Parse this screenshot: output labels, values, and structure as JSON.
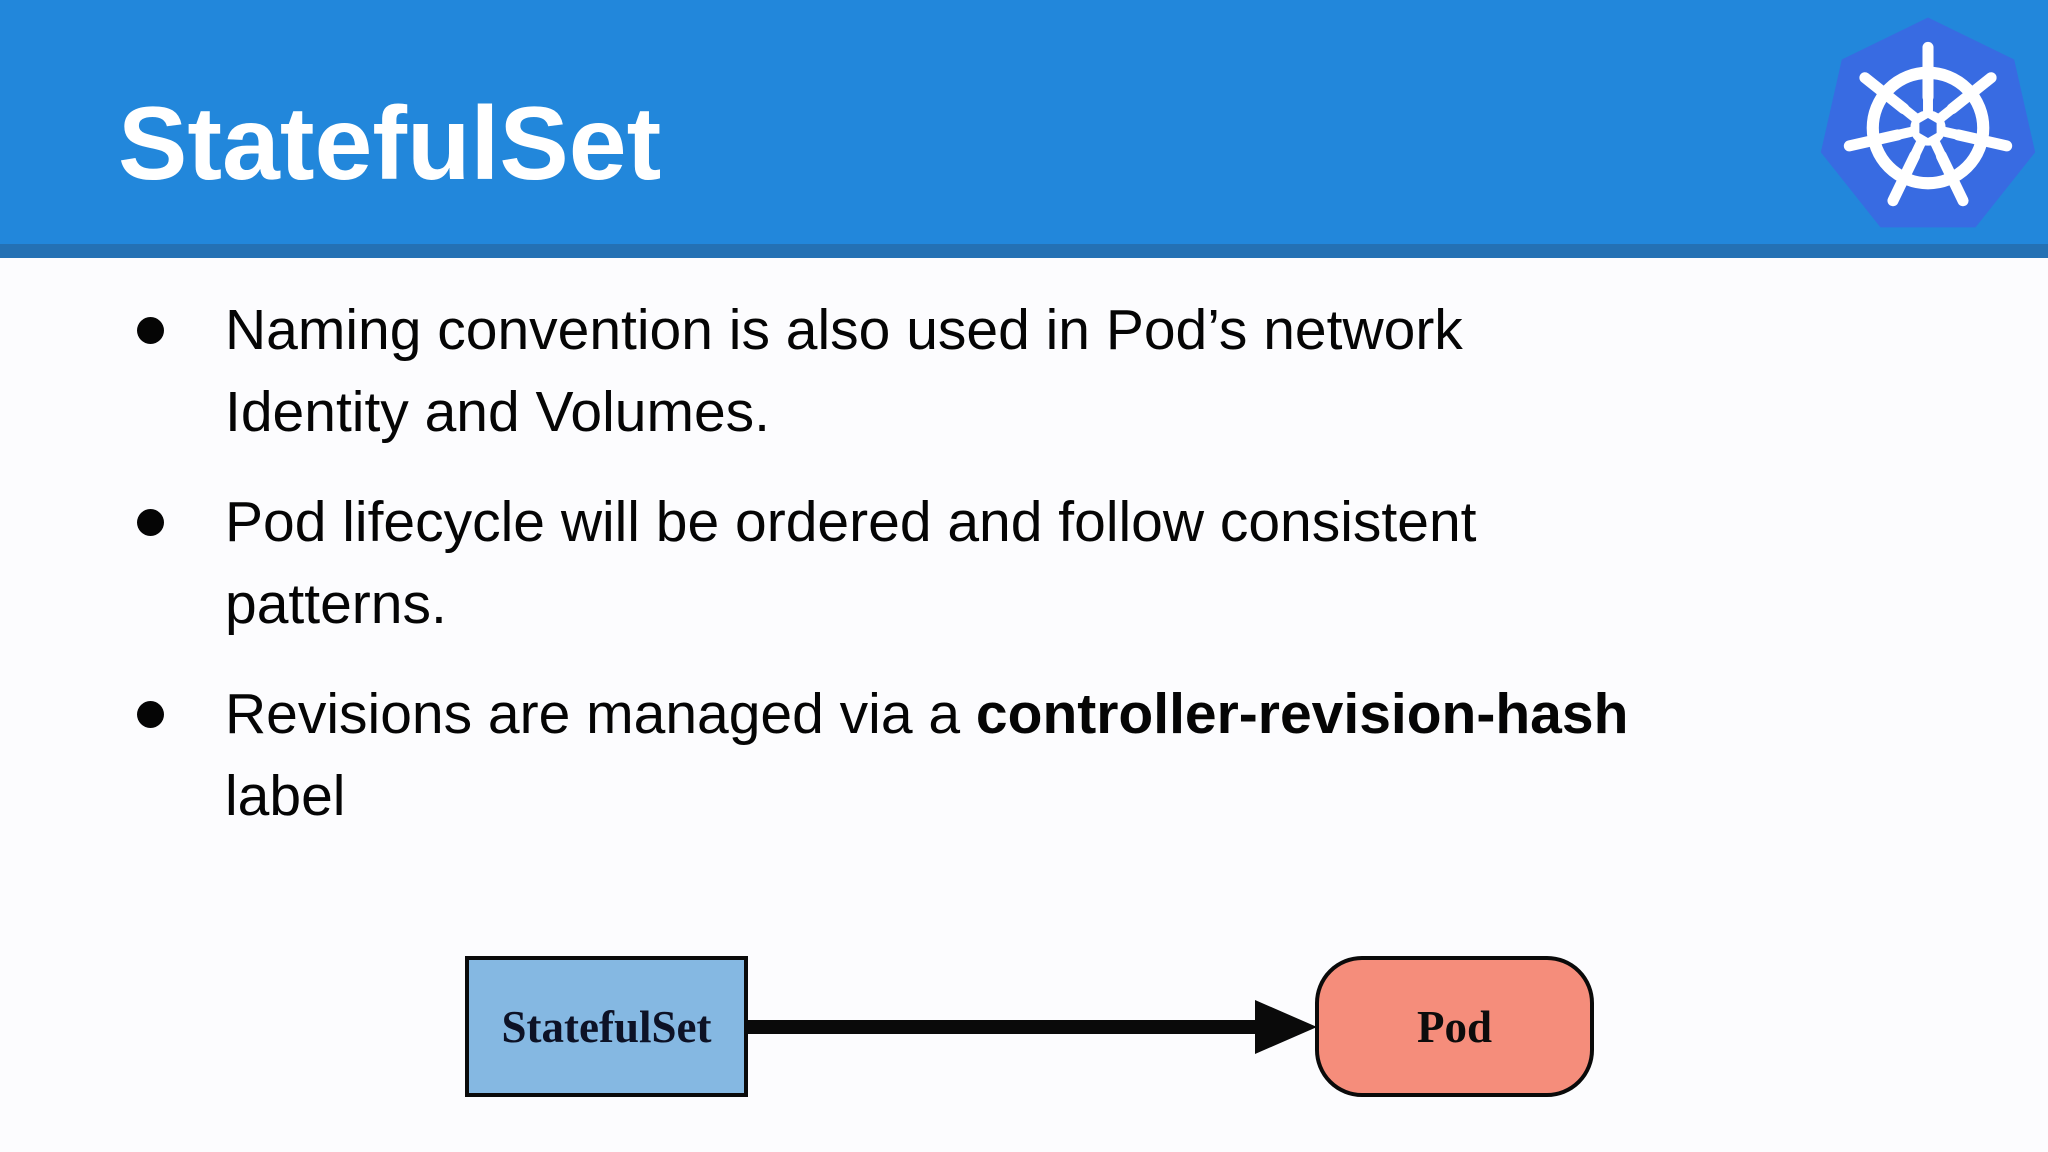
{
  "header": {
    "title": "StatefulSet",
    "logo_name": "kubernetes-helm",
    "bar_color": "#2287DB",
    "accent_strip_color": "#2471B4",
    "logo_heptagon_color": "#386BE2",
    "logo_wheel_color": "#FFFFFF"
  },
  "bullets": [
    {
      "line1": "Naming convention is also used in Pod’s network",
      "line2": "Identity and Volumes."
    },
    {
      "line1": "Pod lifecycle will be ordered and follow consistent",
      "line2": "patterns."
    },
    {
      "line1_pre": "Revisions are managed via a ",
      "line1_bold": "controller-revision-hash",
      "line2": "label"
    }
  ],
  "diagram": {
    "source": {
      "label": "StatefulSet",
      "shape": "rectangle",
      "fill": "#85B8E2",
      "border": "#0A0A0A"
    },
    "target": {
      "label": "Pod",
      "shape": "rounded-rectangle",
      "fill": "#F58D7B",
      "border": "#0A0A0A"
    },
    "connector": {
      "type": "arrow-right",
      "color": "#000000"
    }
  }
}
